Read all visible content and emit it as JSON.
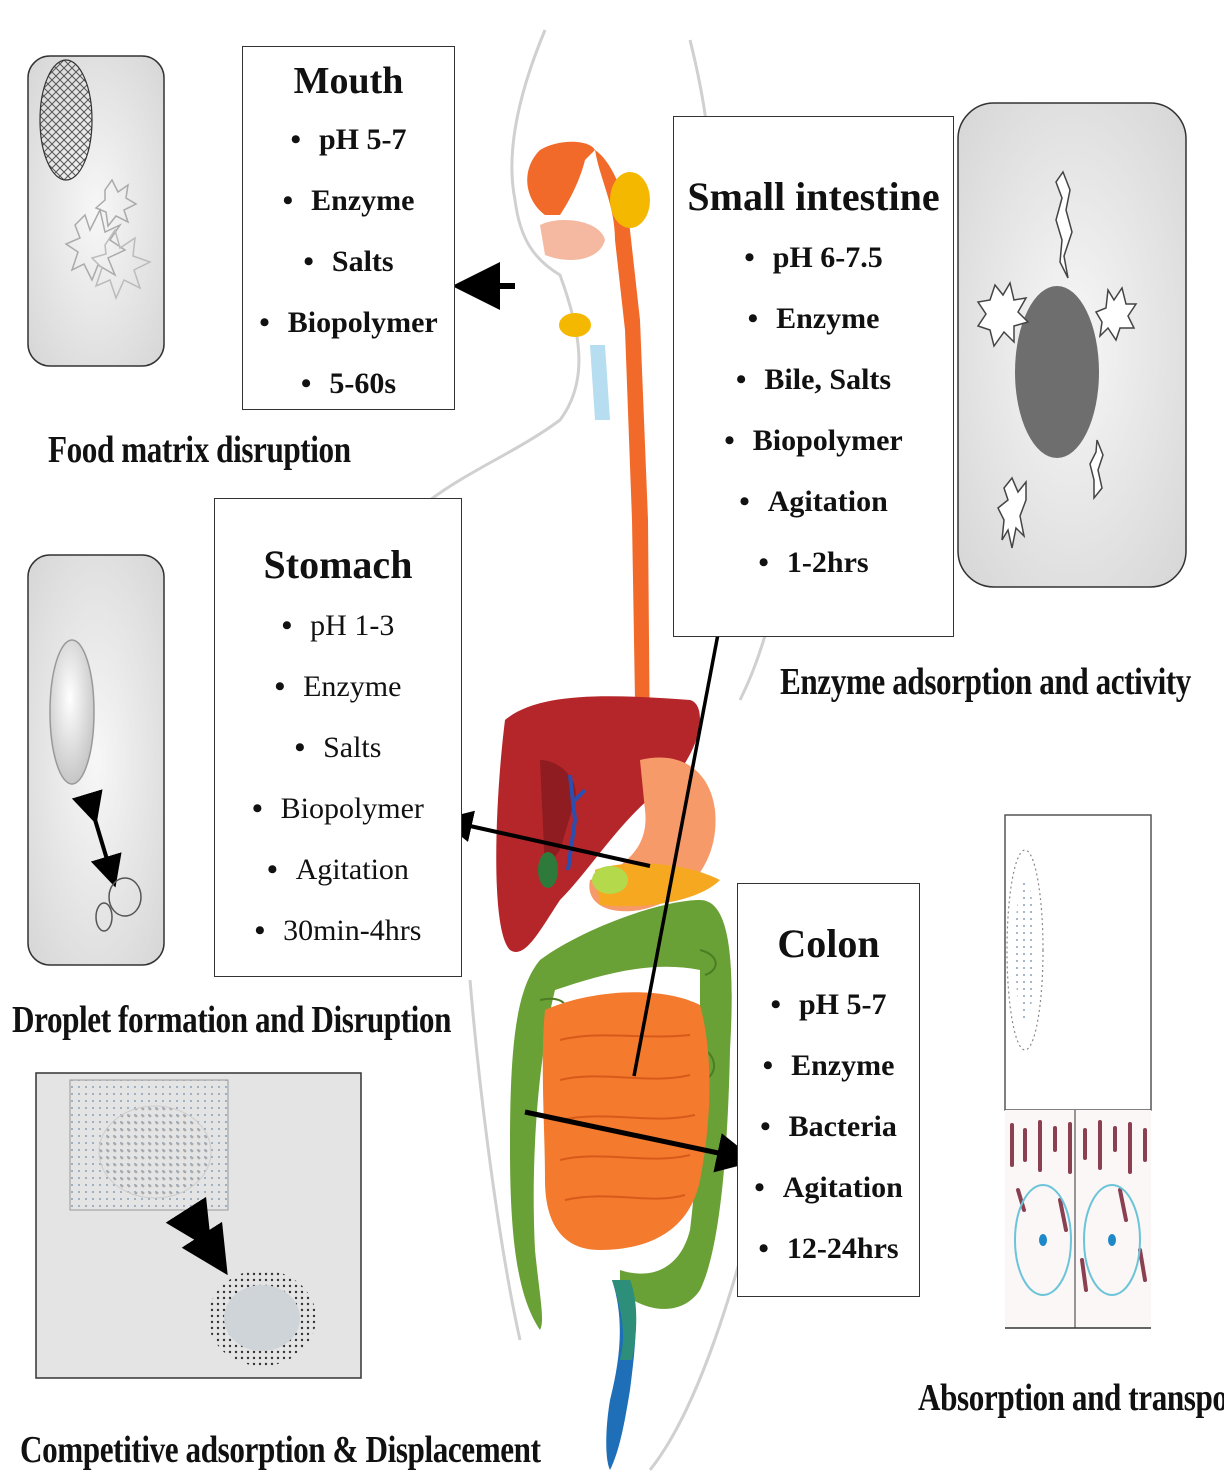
{
  "organs": {
    "mouth": {
      "title": "Mouth",
      "items": [
        "pH 5-7",
        "Enzyme",
        "Salts",
        "Biopolymer",
        "5-60s"
      ]
    },
    "stomach": {
      "title": "Stomach",
      "items": [
        "pH 1-3",
        "Enzyme",
        "Salts",
        "Biopolymer",
        "Agitation",
        "30min-4hrs"
      ]
    },
    "small_intestine": {
      "title": "Small intestine",
      "items": [
        "pH 6-7.5",
        "Enzyme",
        "Bile, Salts",
        "Biopolymer",
        "Agitation",
        "1-2hrs"
      ]
    },
    "colon": {
      "title": "Colon",
      "items": [
        "pH 5-7",
        "Enzyme",
        "Bacteria",
        "Agitation",
        "12-24hrs"
      ]
    }
  },
  "captions": {
    "food_matrix": "Food matrix disruption",
    "droplet": "Droplet formation and Disruption",
    "competitive": "Competitive adsorption & Displacement",
    "enzyme": "Enzyme adsorption and activity",
    "absorption": "Absorption and transport"
  },
  "colors": {
    "esophagus": "#f26a2a",
    "liver": "#b5262a",
    "large_intestine": "#6aa136",
    "small_intestine_organ": "#f47a2e",
    "panel_fill": "#e6e6e6",
    "salivary": "#f5b800",
    "rectum": "#1e6fb8"
  },
  "icons": [
    "arrow-left-icon",
    "arrow-diagonal-icon",
    "arrow-right-icon",
    "double-arrow-icon"
  ]
}
